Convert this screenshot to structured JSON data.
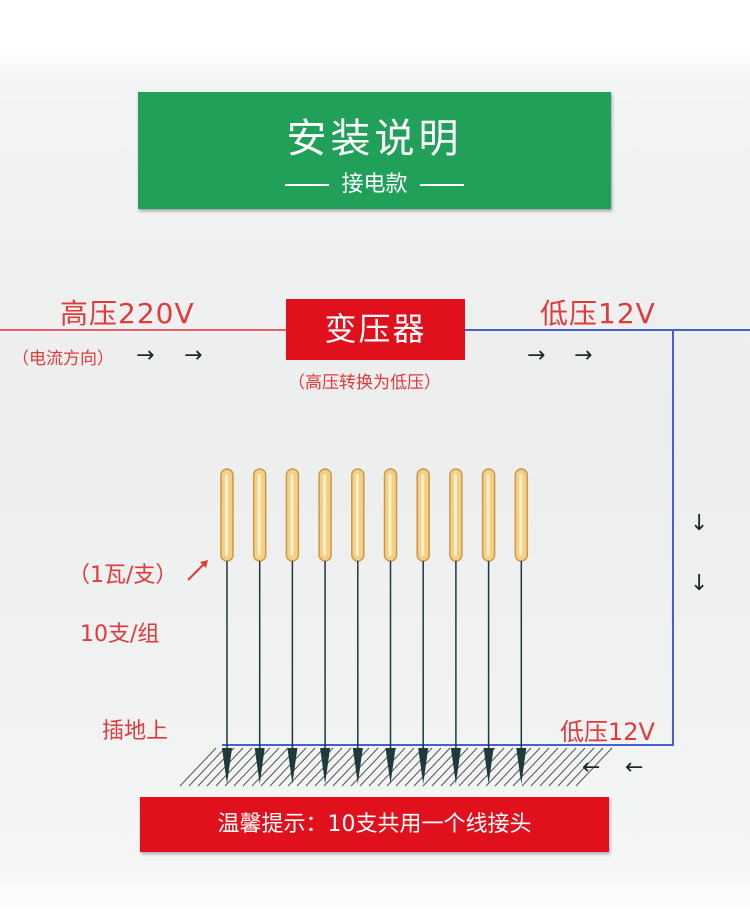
{
  "header": {
    "title": "安装说明",
    "subtitle": "接电款"
  },
  "labels": {
    "high_voltage": "高压220V",
    "current_direction": "（电流方向）",
    "transformer": "变压器",
    "conversion": "（高压转换为低压）",
    "low_voltage_top": "低压12V",
    "low_voltage_bottom": "低压12V",
    "watt_per_light": "（1瓦/支）",
    "per_group": "10支/组",
    "ground": "插地上"
  },
  "tip": "温馨提示：10支共用一个线接头",
  "diagram": {
    "light_count": 10,
    "arrow_glyph": "→",
    "down_arrow_glyph": "↓",
    "left_arrow_glyph": "←"
  },
  "colors": {
    "header_green": "#21a05a",
    "red_box": "#e0101c",
    "high_voltage_line": "#e8606e",
    "low_voltage_line": "#4860c8",
    "light_body": "#f6cf84",
    "stake": "#1e3a3a"
  }
}
